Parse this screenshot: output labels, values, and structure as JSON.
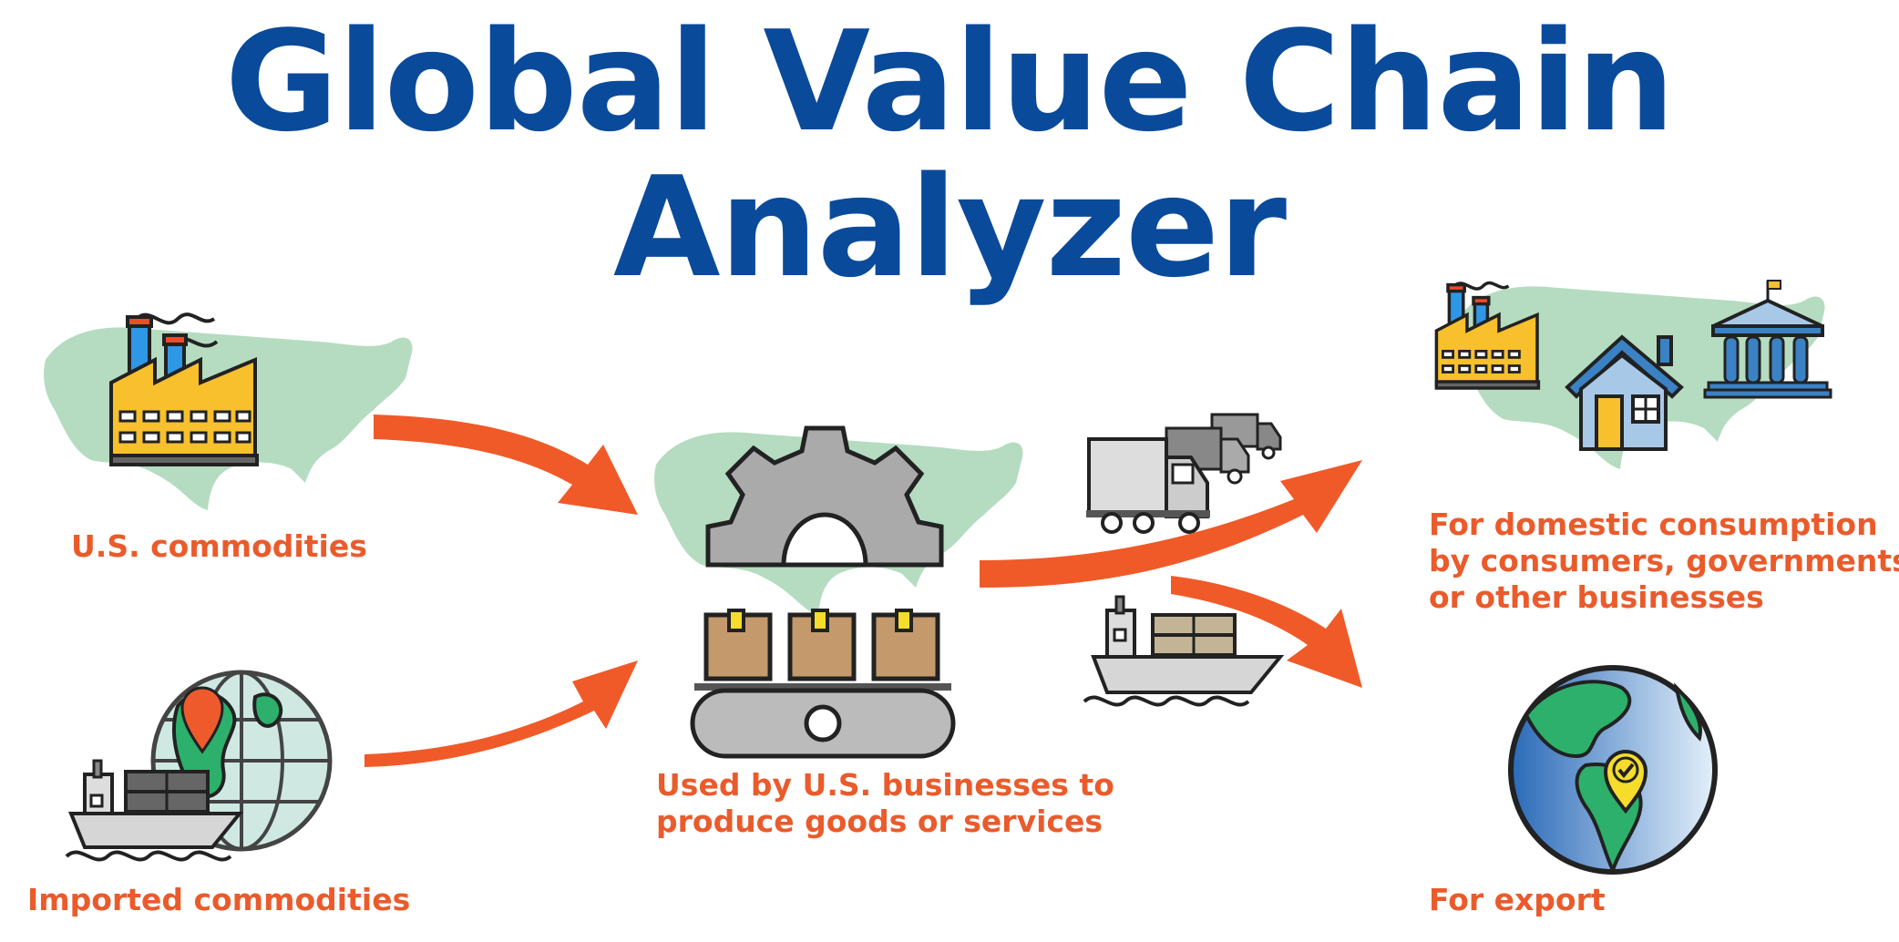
{
  "title": "Global Value Chain Analyzer",
  "nodes": {
    "us_commodities": "U.S. commodities",
    "imported_commodities": "Imported commodities",
    "used_by_businesses_line1": "Used by U.S. businesses to",
    "used_by_businesses_line2": "produce goods or services",
    "domestic_line1": "For domestic consumption",
    "domestic_line2": "by consumers, governments,",
    "domestic_line3": "or other businesses",
    "export": "For export"
  },
  "colors": {
    "title": "#0a4a9b",
    "label": "#ea5b2c",
    "arrow": "#f05a28",
    "map": "#b5dcc0"
  },
  "icons": [
    "factory-icon",
    "us-map-icon",
    "cargo-ship-icon",
    "globe-icon",
    "location-pin-icon",
    "gear-icon",
    "conveyor-icon",
    "box-icon",
    "truck-icon",
    "house-icon",
    "government-building-icon",
    "checkmark-pin-icon"
  ]
}
